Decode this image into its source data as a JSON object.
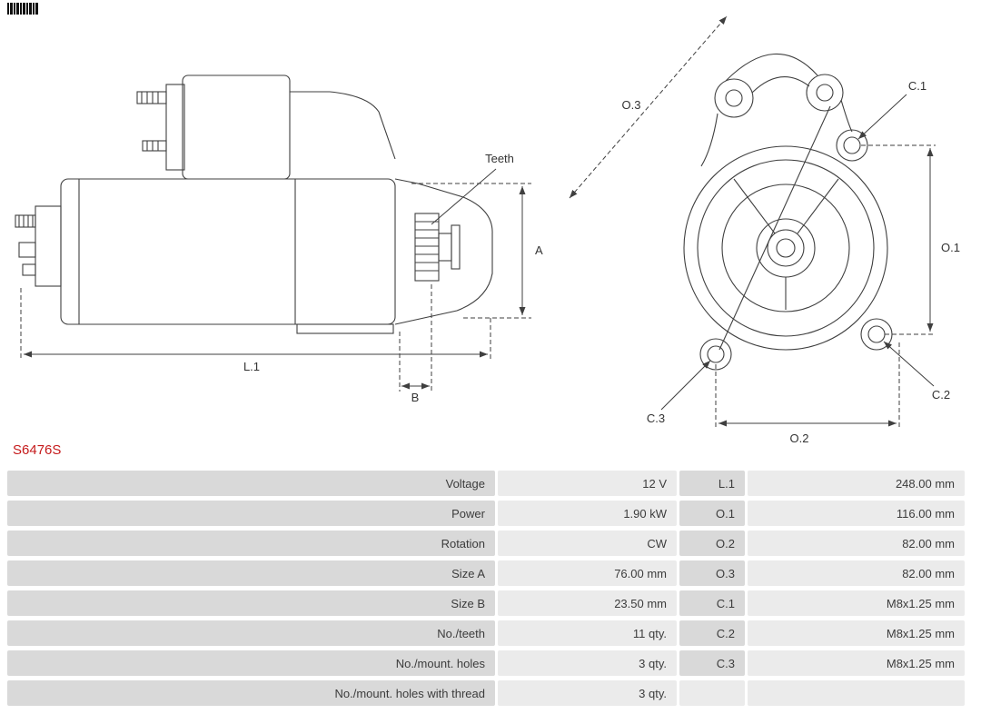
{
  "part_number": "S6476S",
  "colors": {
    "accent_red": "#c51a1b",
    "cell_gray": "#d9d9d9",
    "cell_light": "#ebebeb",
    "line": "#3f3f3f"
  },
  "diagrams": {
    "side_view": {
      "labels": {
        "teeth": "Teeth",
        "a": "A",
        "l1": "L.1",
        "b": "B"
      }
    },
    "front_view": {
      "labels": {
        "o3": "O.3",
        "c1": "C.1",
        "o1": "O.1",
        "c2": "C.2",
        "c3": "C.3",
        "o2": "O.2"
      }
    }
  },
  "spec_table": {
    "rows": [
      {
        "label": "Voltage",
        "value": "12 V",
        "dim_label": "L.1",
        "dim_value": "248.00 mm"
      },
      {
        "label": "Power",
        "value": "1.90 kW",
        "dim_label": "O.1",
        "dim_value": "116.00 mm"
      },
      {
        "label": "Rotation",
        "value": "CW",
        "dim_label": "O.2",
        "dim_value": "82.00 mm"
      },
      {
        "label": "Size A",
        "value": "76.00 mm",
        "dim_label": "O.3",
        "dim_value": "82.00 mm"
      },
      {
        "label": "Size B",
        "value": "23.50 mm",
        "dim_label": "C.1",
        "dim_value": "M8x1.25 mm"
      },
      {
        "label": "No./teeth",
        "value": "11 qty.",
        "dim_label": "C.2",
        "dim_value": "M8x1.25 mm"
      },
      {
        "label": "No./mount. holes",
        "value": "3 qty.",
        "dim_label": "C.3",
        "dim_value": "M8x1.25 mm"
      },
      {
        "label": "No./mount. holes with thread",
        "value": "3 qty.",
        "dim_label": "",
        "dim_value": ""
      }
    ]
  }
}
